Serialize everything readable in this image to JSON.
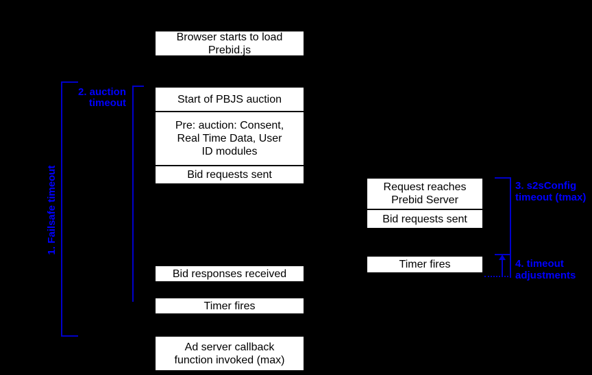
{
  "colors": {
    "background": "#000000",
    "box_fill": "#ffffff",
    "box_border": "#000000",
    "box_text": "#000000",
    "annotation_text": "#0000ff",
    "bracket_line": "#0000cc"
  },
  "timeline_left": {
    "boxes": [
      {
        "label": "Browser starts to load\nPrebid.js"
      },
      {
        "label": "Start of PBJS auction"
      },
      {
        "label": "Pre: auction: Consent,\nReal Time Data, User\nID modules"
      },
      {
        "label": "Bid requests sent"
      },
      {
        "label": "Bid responses received"
      },
      {
        "label": "Timer fires"
      },
      {
        "label": "Ad server callback\nfunction invoked (max)"
      }
    ]
  },
  "timeline_right": {
    "boxes": [
      {
        "label": "Request reaches\nPrebid Server"
      },
      {
        "label": "Bid requests sent"
      },
      {
        "label": "Timer fires"
      }
    ]
  },
  "annotations": {
    "failsafe_timeout": "1. Failsafe timeout",
    "auction_timeout": "2. auction\ntimeout",
    "s2s_timeout": "3. s2sConfig\ntimeout (tmax)",
    "timeout_adjustments": "4. timeout\nadjustments"
  }
}
